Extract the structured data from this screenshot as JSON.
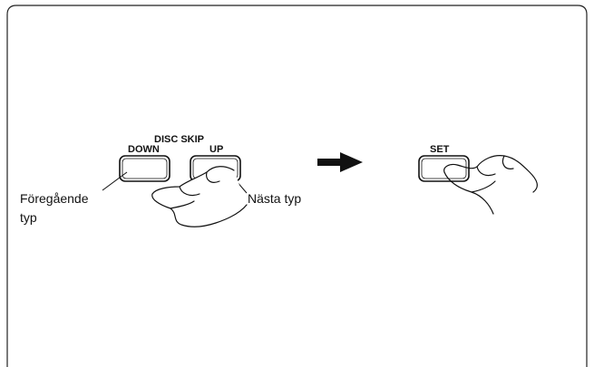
{
  "disc_skip": {
    "title": "DISC SKIP",
    "down_label": "DOWN",
    "up_label": "UP"
  },
  "callouts": {
    "previous_line1": "Föregående",
    "previous_line2": "typ",
    "next": "Nästa typ"
  },
  "set_label": "SET",
  "colors": {
    "ink": "#111111",
    "frame": "#222222",
    "background": "#ffffff"
  },
  "icons": {
    "arrow": "right-arrow-icon",
    "hand": "pointing-hand-icon"
  }
}
